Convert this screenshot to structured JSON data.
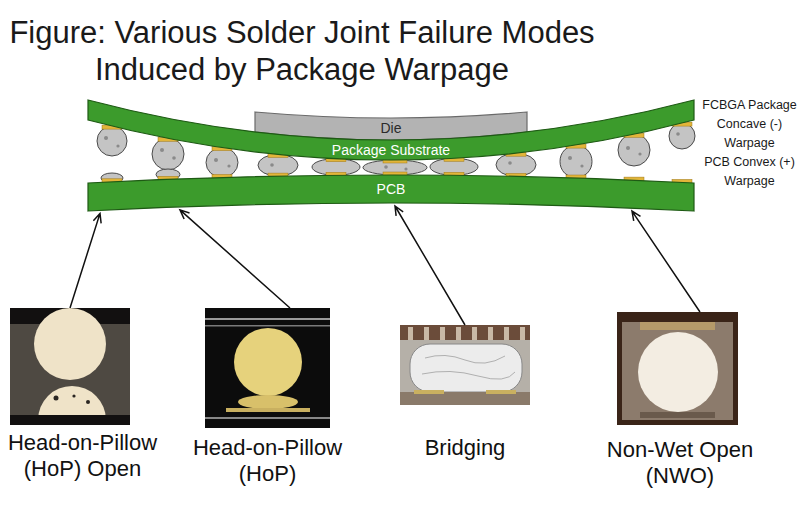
{
  "diagram": {
    "title": "Figure: Various Solder Joint Failure Modes Induced by Package Warpage",
    "nodes": [
      {
        "text": [
          "Die"
        ]
      },
      {
        "text": [
          "Package Substrate"
        ]
      },
      {
        "text": [
          "PCB"
        ]
      },
      {
        "text": [
          "Head-on-Pillow (HoP) Open"
        ]
      },
      {
        "text": [
          "Head-on-Pillow (HoP)"
        ]
      },
      {
        "text": [
          "Bridging"
        ]
      },
      {
        "text": [
          "Non-Wet Open (NWO)"
        ]
      }
    ],
    "edges": [
      {
        "from": 3,
        "to": 2,
        "arrow": "to"
      },
      {
        "from": 4,
        "to": 2,
        "arrow": "to"
      },
      {
        "from": 5,
        "to": 2,
        "arrow": "to"
      },
      {
        "from": 6,
        "to": 2,
        "arrow": "to"
      }
    ],
    "labels": [
      "FCBGA Package Concave (-) Warpage",
      "PCB Convex (+) Warpage"
    ]
  }
}
